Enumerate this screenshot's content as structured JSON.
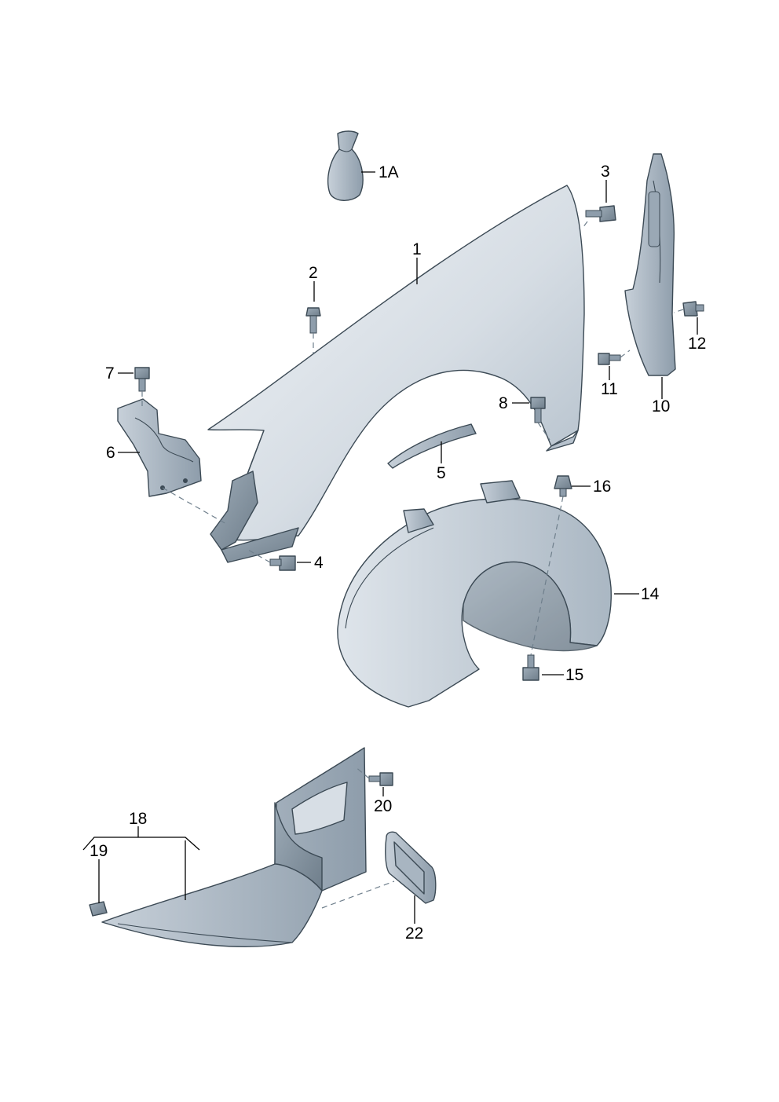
{
  "diagram": {
    "colors": {
      "part_fill": "#dde3ea",
      "part_mid": "#b9c4cf",
      "part_dark": "#7e8d9a",
      "outline": "#3c4a55"
    },
    "callouts": {
      "c1": "1",
      "c1A": "1A",
      "c2": "2",
      "c3": "3",
      "c4": "4",
      "c5": "5",
      "c6": "6",
      "c7": "7",
      "c8": "8",
      "c10": "10",
      "c11": "11",
      "c12": "12",
      "c14": "14",
      "c15": "15",
      "c16": "16",
      "c18": "18",
      "c19": "19",
      "c20": "20",
      "c22": "22"
    }
  }
}
